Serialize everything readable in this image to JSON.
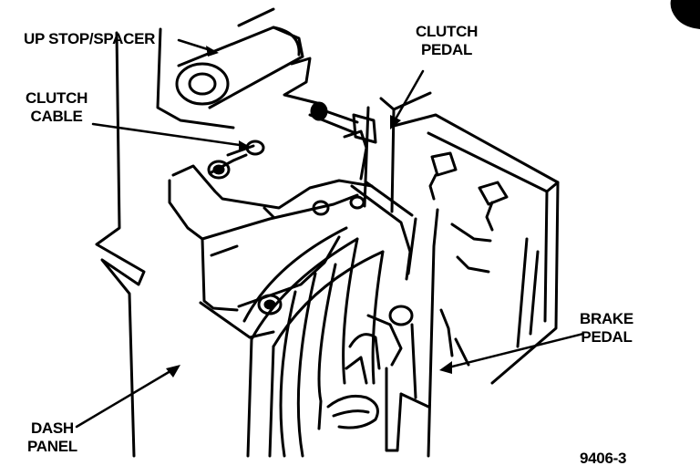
{
  "labels": {
    "up_stop_spacer": "UP STOP/SPACER",
    "clutch_cable": [
      "CLUTCH",
      "CABLE"
    ],
    "clutch_pedal": [
      "CLUTCH",
      "PEDAL"
    ],
    "brake_pedal": [
      "BRAKE",
      "PEDAL"
    ],
    "dash_panel": [
      "DASH",
      "PANEL"
    ],
    "figure_number": "9406-3"
  },
  "colors": {
    "ink": "#000000",
    "paper": "#ffffff"
  }
}
